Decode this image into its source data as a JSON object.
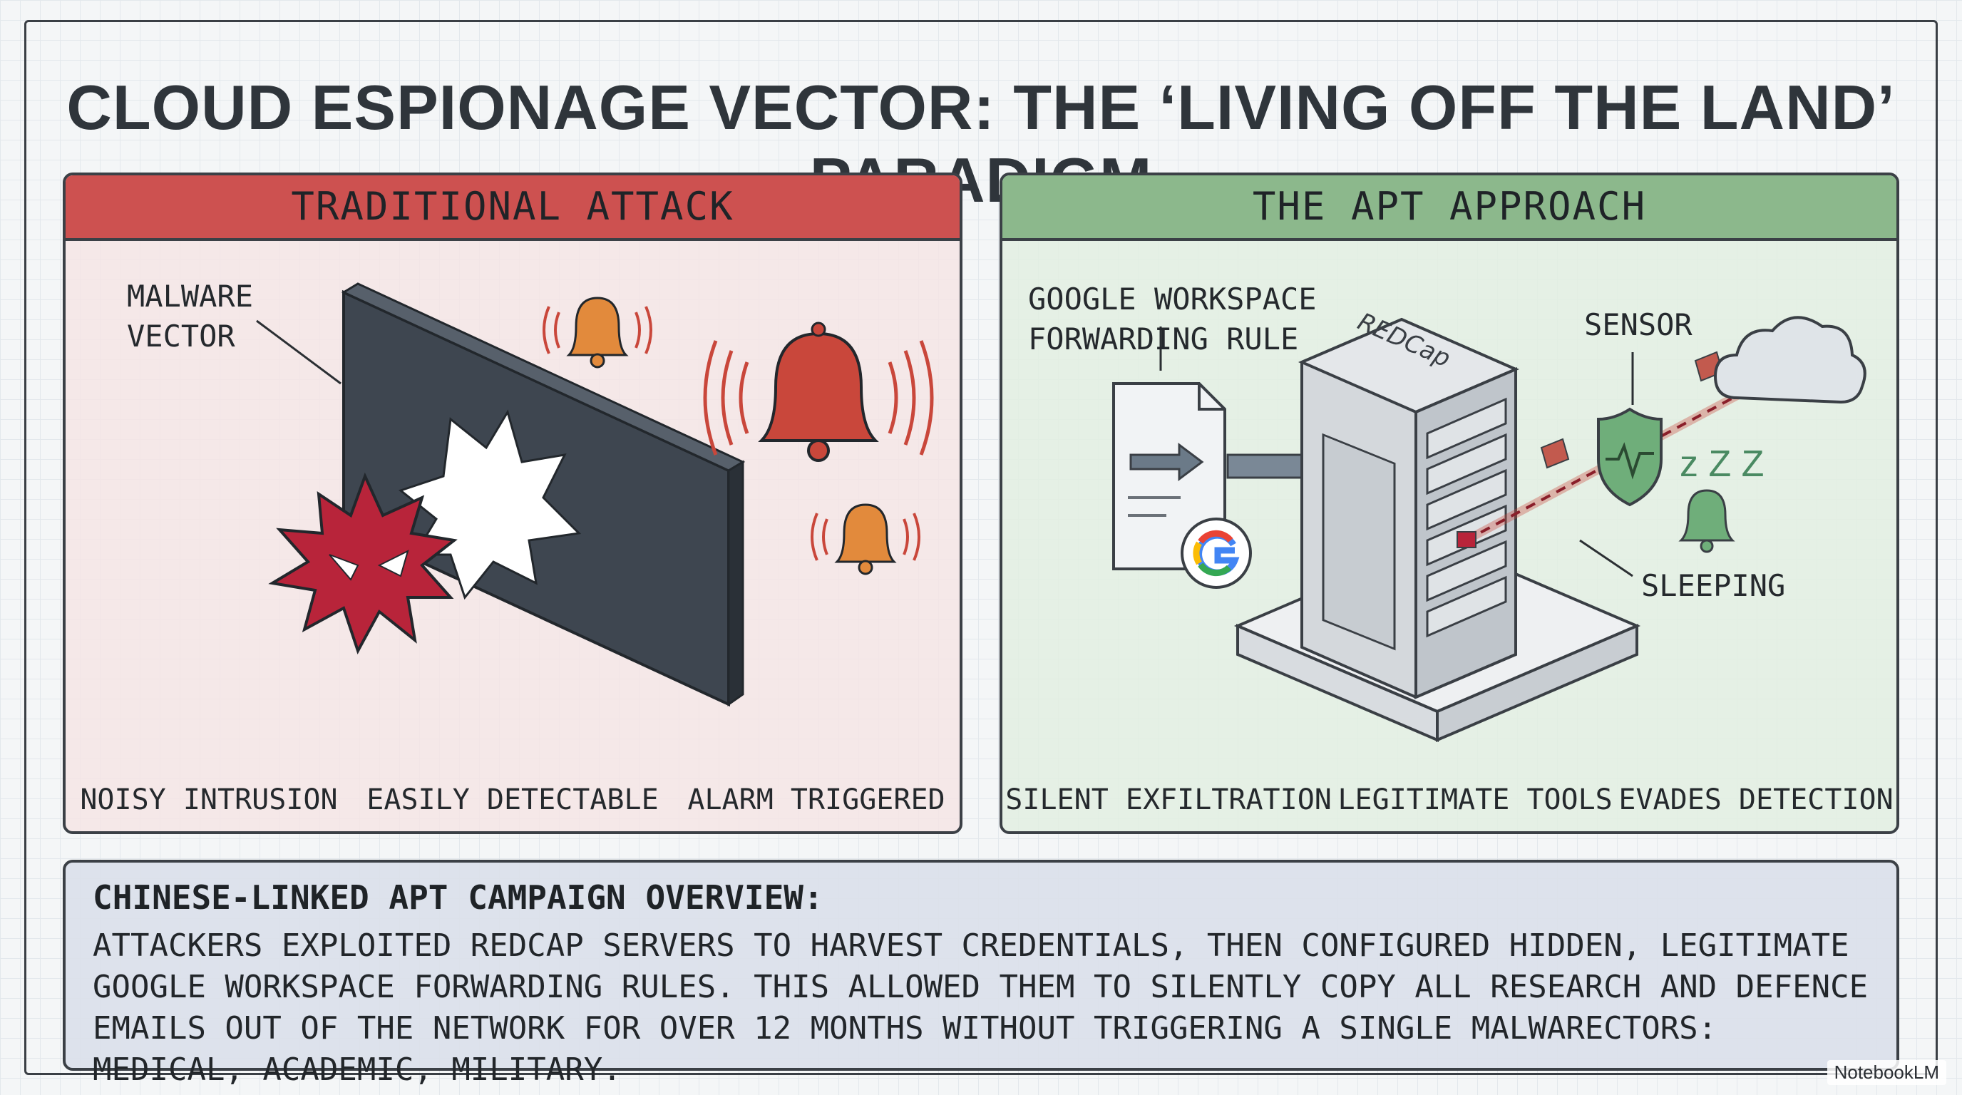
{
  "title": "CLOUD ESPIONAGE VECTOR: THE ‘LIVING OFF THE LAND’ PARADIGM",
  "left_panel": {
    "heading": "TRADITIONAL ATTACK",
    "callout": "MALWARE\nVECTOR",
    "features": [
      "NOISY INTRUSION",
      "EASILY DETECTABLE",
      "ALARM TRIGGERED"
    ]
  },
  "right_panel": {
    "heading": "THE APT APPROACH",
    "callout_rule": "GOOGLE WORKSPACE\nFORWARDING RULE",
    "callout_sensor": "SENSOR",
    "callout_sleeping": "SLEEPING",
    "server_label": "REDCap",
    "sleep_letters": "z Z Z",
    "features": [
      "SILENT EXFILTRATION",
      "LEGITIMATE TOOLS",
      "EVADES DETECTION"
    ]
  },
  "overview": {
    "title": "CHINESE-LINKED APT CAMPAIGN OVERVIEW:",
    "text": "ATTACKERS EXPLOITED REDCAP SERVERS TO HARVEST CREDENTIALS, THEN CONFIGURED  HIDDEN, LEGITIMATE GOOGLE WORKSPACE FORWARDING RULES. THIS ALLOWED THEM TO SILENTLY COPY ALL RESEARCH AND DEFENCE EMAILS OUT OF THE NETWORK FOR OVER 12 MONTHS WITHOUT TRIGGERING A SINGLE MALWARECTORS: MEDICAL, ACADEMIC, MILITARY."
  },
  "watermark": "NotebookLM",
  "colors": {
    "alarm_red": "#c9473b",
    "alarm_orange": "#e28a3c",
    "malware": "#b8243a",
    "wall": "#3e4650",
    "shield_green": "#6fae7a",
    "head_red": "#cd5150",
    "head_green": "#8cb88c"
  }
}
